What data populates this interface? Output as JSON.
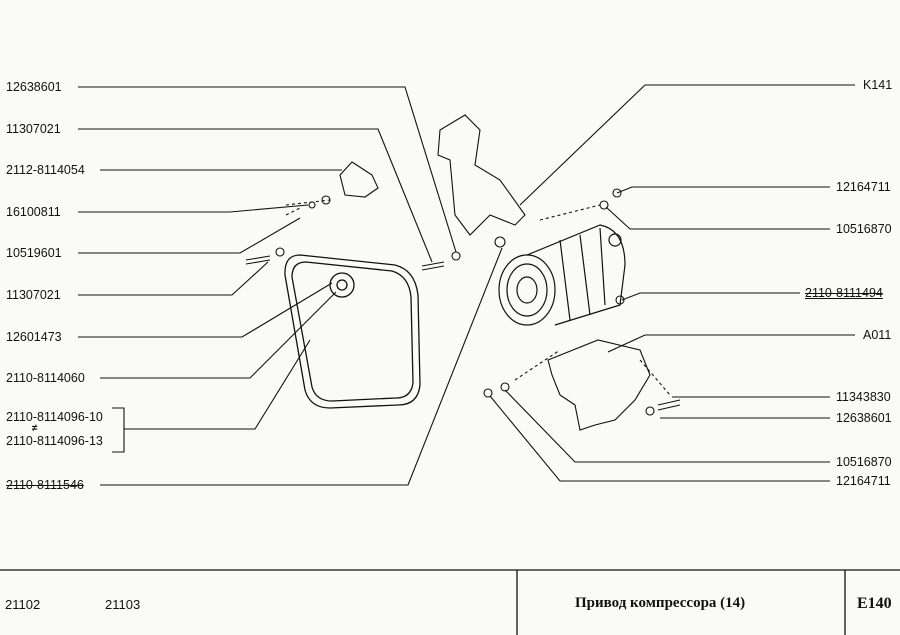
{
  "diagram": {
    "left_labels": [
      "12638601",
      "11307021",
      "2112-8114054",
      "16100811",
      "10519601",
      "11307021",
      "12601473",
      "2110-8114060",
      "2110-8114096-10",
      "2110-8114096-13",
      "2110-8111546"
    ],
    "alt_symbol": "≠",
    "right_labels": [
      "K141",
      "12164711",
      "10516870",
      "2110-8111494",
      "A011",
      "11343830",
      "12638601",
      "10516870",
      "12164711"
    ]
  },
  "footer": {
    "models": [
      "21102",
      "21103"
    ],
    "title": "Привод компрессора (14)",
    "page_code": "E140"
  }
}
